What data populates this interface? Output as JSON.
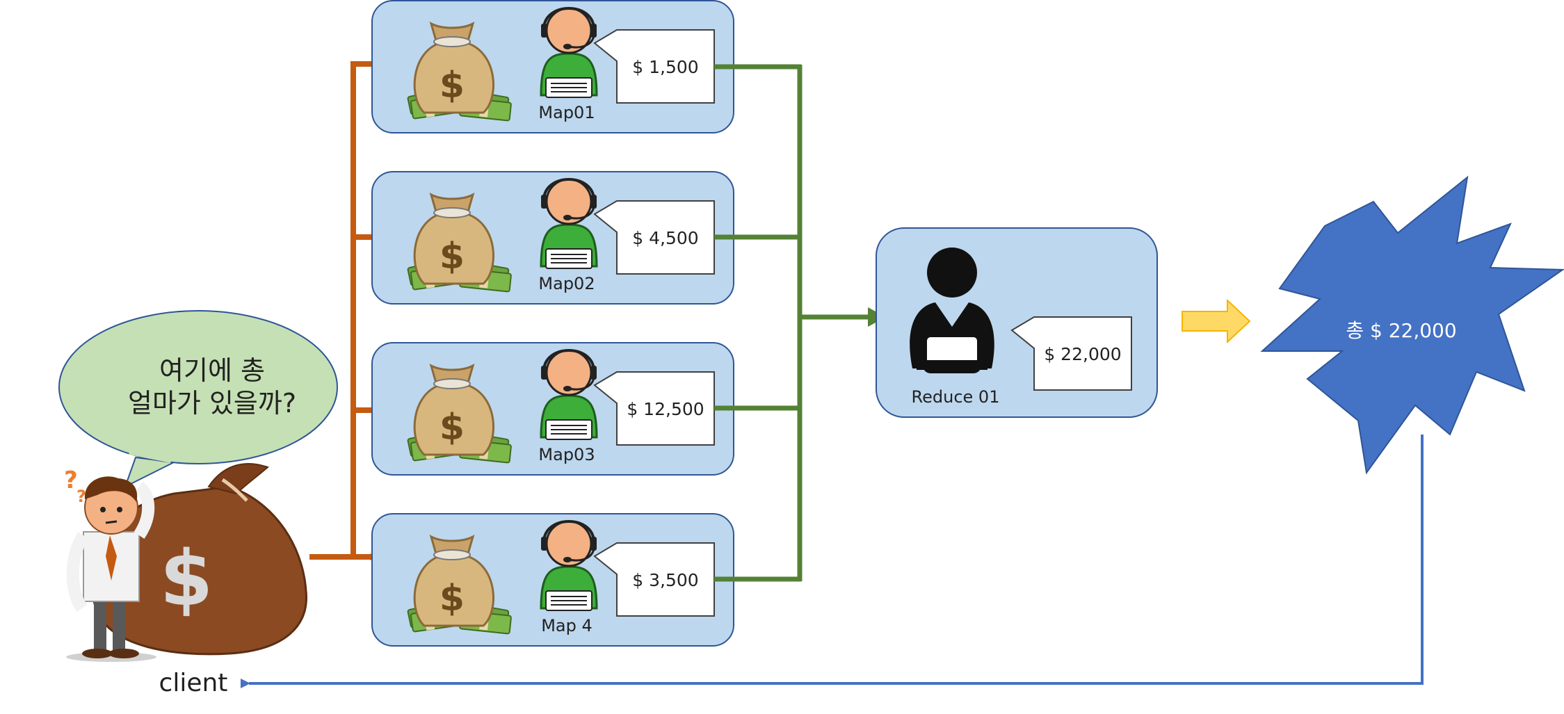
{
  "client": {
    "label": "client",
    "question_line1": "여기에 총",
    "question_line2": "얼마가 있을까?"
  },
  "maps": [
    {
      "label": "Map01",
      "value": "$ 1,500"
    },
    {
      "label": "Map02",
      "value": "$ 4,500"
    },
    {
      "label": "Map03",
      "value": "$ 12,500"
    },
    {
      "label": "Map 4",
      "value": "$ 3,500"
    }
  ],
  "reduce": {
    "label": "Reduce 01",
    "value": "$ 22,000"
  },
  "result": {
    "label": "총 $ 22,000"
  },
  "colors": {
    "panel": "#BDD7EE",
    "panel_border": "#2F5597",
    "split_arrow": "#C55A11",
    "map_arrow": "#548235",
    "result_star": "#4472C4",
    "return_line": "#4472C4",
    "speech_bubble": "#C5E0B4",
    "next_arrow": "#FFD966"
  }
}
